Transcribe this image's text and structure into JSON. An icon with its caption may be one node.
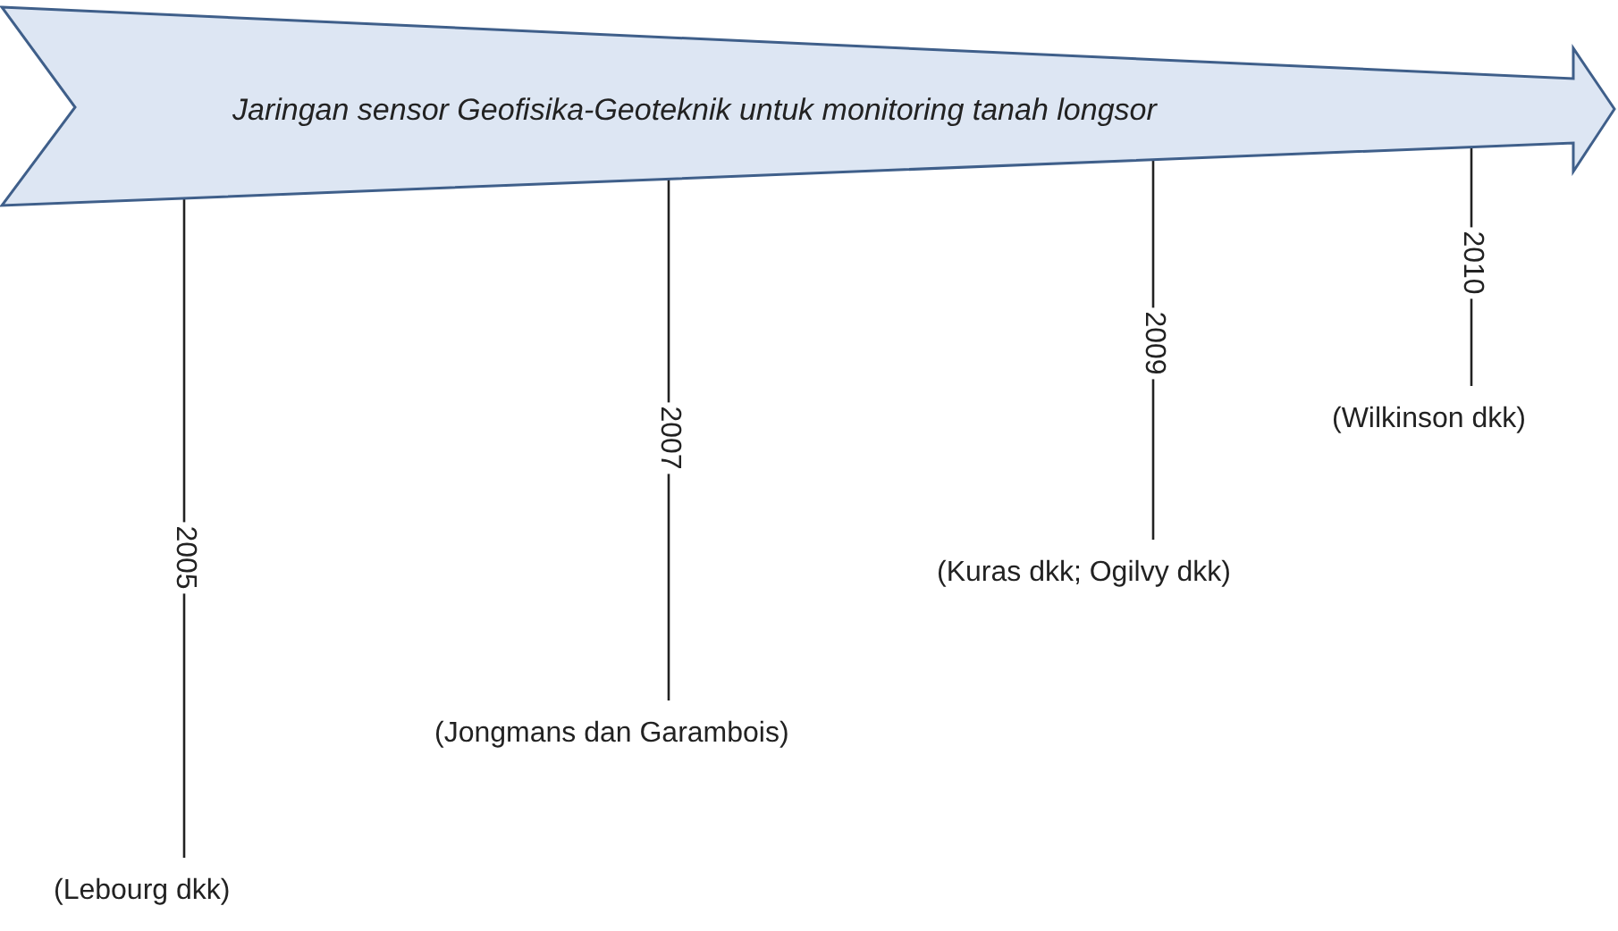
{
  "diagram": {
    "nodes": [
      {
        "text": [
          "Jaringan sensor Geofisika-Geoteknik untuk monitoring tanah longsor"
        ]
      },
      {
        "text": [
          "(Lebourg dkk)"
        ]
      },
      {
        "text": [
          "(Jongmans dan Garambois)"
        ]
      },
      {
        "text": [
          "(Kuras dkk; Ogilvy dkk)"
        ]
      },
      {
        "text": [
          "(Wilkinson dkk)"
        ]
      }
    ],
    "edges": [
      {
        "from": 0,
        "to": 1,
        "arrow": "none",
        "label": "2005"
      },
      {
        "from": 0,
        "to": 2,
        "arrow": "none",
        "label": "2007"
      },
      {
        "from": 0,
        "to": 3,
        "arrow": "none",
        "label": "2009"
      },
      {
        "from": 0,
        "to": 4,
        "arrow": "none",
        "label": "2010"
      }
    ]
  }
}
